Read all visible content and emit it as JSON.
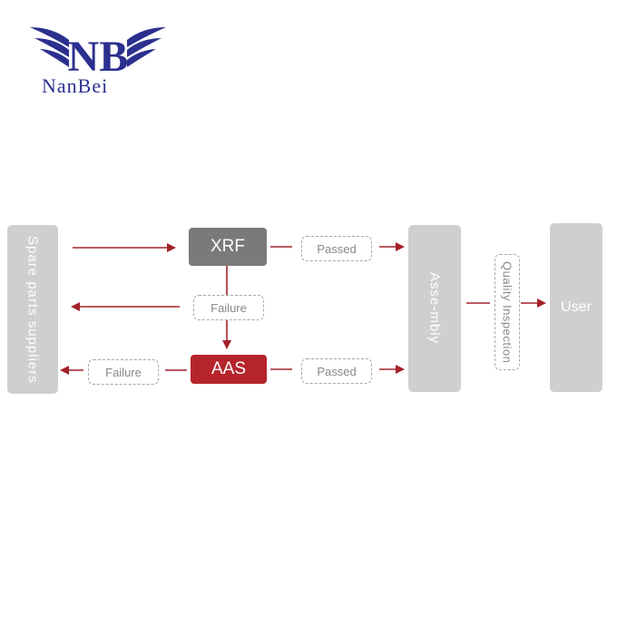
{
  "brand": {
    "logo_letters": "NB",
    "name": "NanBei",
    "color": "#2b2f8e"
  },
  "diagram": {
    "spare_parts": "Spare parts suppliers",
    "xrf": "XRF",
    "aas": "AAS",
    "assembly": "Asse-mbly",
    "quality": "Quality Inspection",
    "user": "User",
    "passed_top": "Passed",
    "passed_bottom": "Passed",
    "failure_mid": "Failure",
    "failure_bottom": "Failure"
  },
  "colors": {
    "arrow": "#a3222a",
    "box": "#cfcfcf",
    "xrf": "#7a7a7a",
    "aas": "#b5242b"
  }
}
